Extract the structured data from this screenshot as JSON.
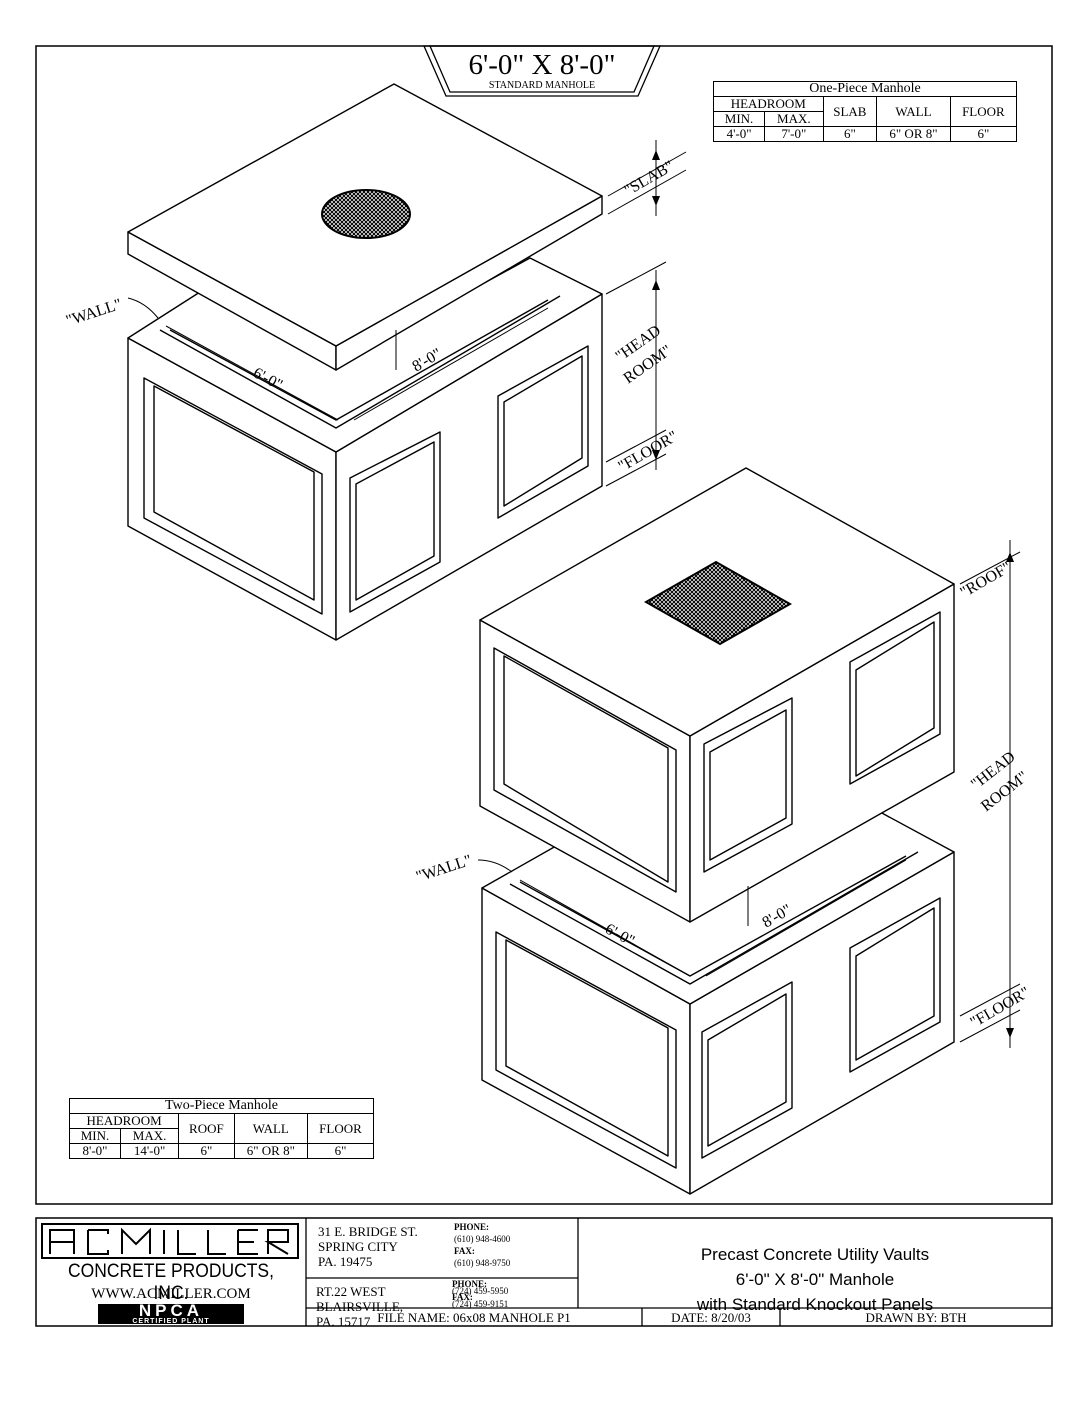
{
  "header": {
    "title": "6'-0\" X 8'-0\"",
    "subtitle": "STANDARD MANHOLE"
  },
  "one_piece_table": {
    "caption": "One-Piece Manhole",
    "headroom": "HEADROOM",
    "min": "MIN.",
    "max": "MAX.",
    "slab": "SLAB",
    "wall": "WALL",
    "floor": "FLOOR",
    "values": [
      "4'-0\"",
      "7'-0\"",
      "6\"",
      "6\" OR 8\"",
      "6\""
    ]
  },
  "two_piece_table": {
    "caption": "Two-Piece Manhole",
    "headroom": "HEADROOM",
    "min": "MIN.",
    "max": "MAX.",
    "roof": "ROOF",
    "wall": "WALL",
    "floor": "FLOOR",
    "values": [
      "8'-0\"",
      "14'-0\"",
      "6\"",
      "6\" OR 8\"",
      "6\""
    ]
  },
  "labels": {
    "slab": "\"SLAB\"",
    "wall_top": "\"WALL\"",
    "head_top_1": "\"HEAD",
    "head_top_2": "ROOM\"",
    "floor_top": "\"FLOOR\"",
    "dim_6_top": "6'-0\"",
    "dim_8_top": "8'-0\"",
    "roof": "\"ROOF\"",
    "head_bot_1": "\"HEAD",
    "head_bot_2": "ROOM\"",
    "wall_bot": "\"WALL\"",
    "dim_6_bot": "6'-0\"",
    "dim_8_bot": "8'-0\"",
    "floor_bot": "\"FLOOR\""
  },
  "title_block": {
    "logo_text": "A.C.MILLER",
    "company": "CONCRETE PRODUCTS, INC.",
    "website": "WWW.ACMILLER.COM",
    "npca": "NPCA",
    "npca_sub": "CERTIFIED PLANT",
    "addr1_line1": "31 E. BRIDGE ST.",
    "addr1_line2": "SPRING CITY",
    "addr1_line3": "PA. 19475",
    "phone1_label": "PHONE:",
    "phone1": "(610) 948-4600",
    "fax1_label": "FAX:",
    "fax1": "(610) 948-9750",
    "addr2_line1": "RT.22 WEST",
    "addr2_line2": "BLAIRSVILLE,",
    "addr2_line3": "PA. 15717",
    "phone2_label": "PHONE:",
    "phone2": "(724) 459-5950",
    "fax2_label": "FAX:",
    "fax2": "(724) 459-9151",
    "desc_line1": "Precast Concrete Utility Vaults",
    "desc_line2": "6'-0\" X 8'-0\" Manhole",
    "desc_line3": "with Standard Knockout Panels",
    "file_name": "FILE NAME: 06x08 MANHOLE P1",
    "date": "DATE: 8/20/03",
    "drawn_by": "DRAWN BY: BTH"
  }
}
